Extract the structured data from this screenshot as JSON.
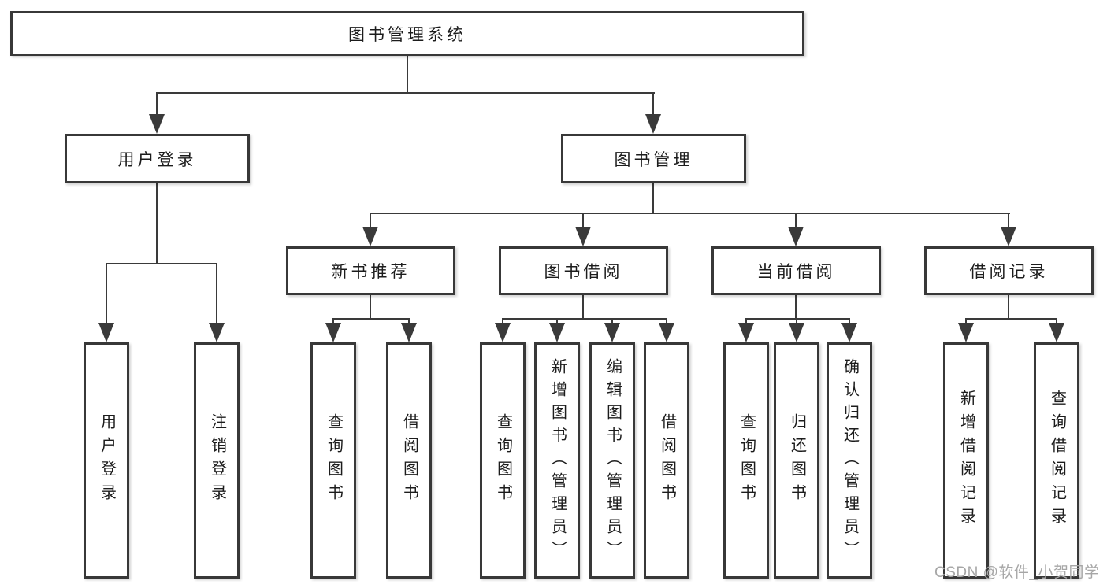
{
  "labels": {
    "root": "图书管理系统",
    "user_login": "用户登录",
    "book_management": "图书管理",
    "new_book": "新书推荐",
    "book_borrow": "图书借阅",
    "current_borrow": "当前借阅",
    "borrow_record": "借阅记录"
  },
  "leaves": {
    "user_login": [
      "用户登录",
      "注销登录"
    ],
    "new_book": [
      "查询图书",
      "借阅图书"
    ],
    "book_borrow": [
      "查询图书",
      "新增图书（管理员）",
      "编辑图书（管理员）",
      "借阅图书"
    ],
    "current_borrow": [
      "查询图书",
      "归还图书",
      "确认归还（管理员）"
    ],
    "borrow_record": [
      "新增借阅记录",
      "查询借阅记录"
    ]
  },
  "watermark": "CSDN @软件_小贺同学",
  "colors": {
    "line": "#3a3a3a",
    "text": "#1c1c1c",
    "watermark": "#a6a6a6",
    "background": "#ffffff"
  }
}
